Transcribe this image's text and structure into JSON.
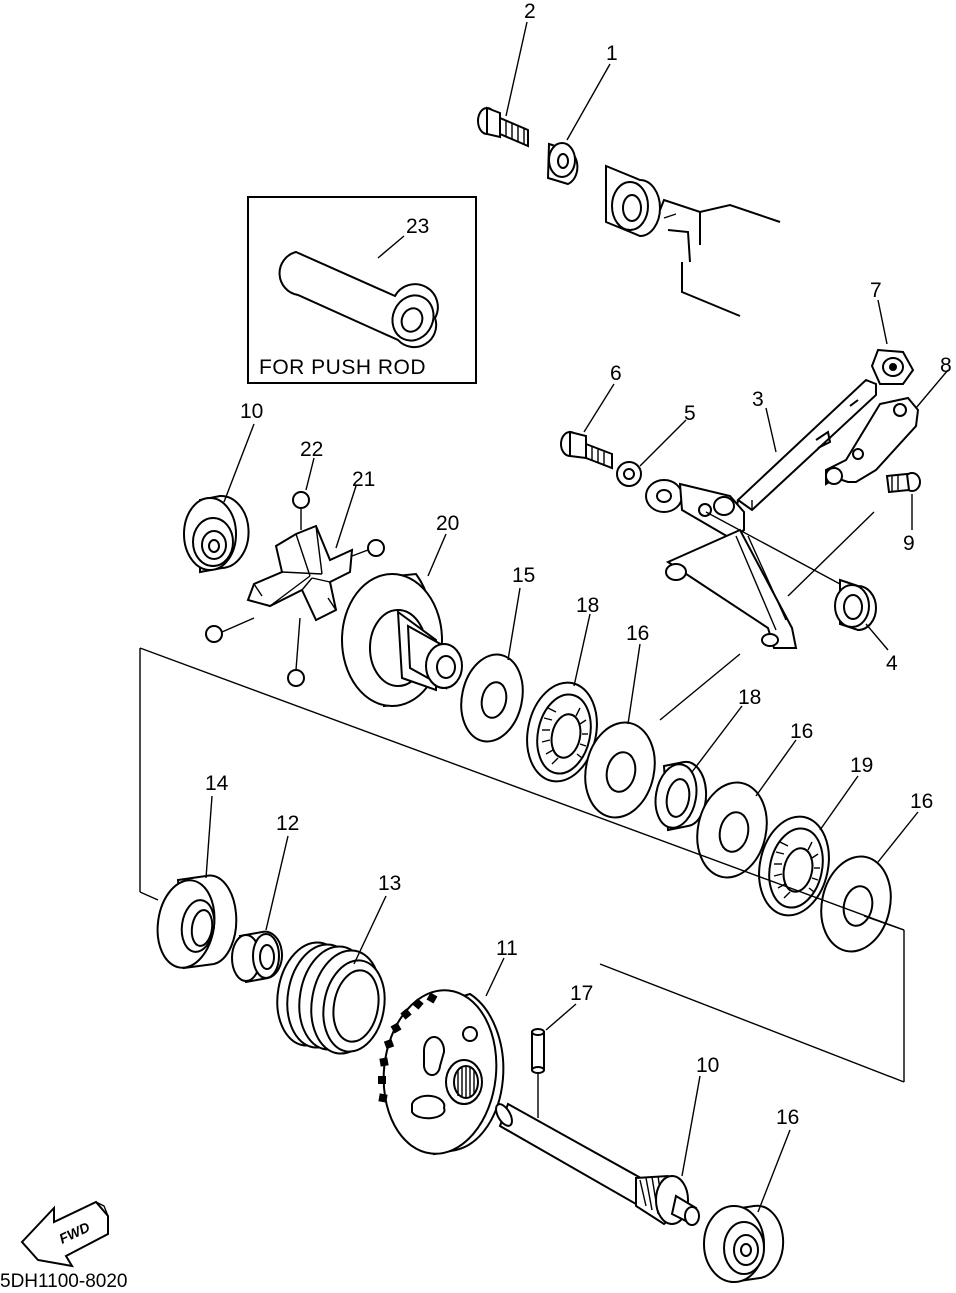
{
  "diagram": {
    "inset_label": "FOR PUSH ROD",
    "diagram_code": "5DH1100-8020",
    "fwd_label": "FWD",
    "callouts": [
      {
        "id": "c1",
        "text": "1"
      },
      {
        "id": "c2",
        "text": "2"
      },
      {
        "id": "c3",
        "text": "3"
      },
      {
        "id": "c4",
        "text": "4"
      },
      {
        "id": "c5",
        "text": "5"
      },
      {
        "id": "c6",
        "text": "6"
      },
      {
        "id": "c7",
        "text": "7"
      },
      {
        "id": "c8",
        "text": "8"
      },
      {
        "id": "c9",
        "text": "9"
      },
      {
        "id": "c10a",
        "text": "10"
      },
      {
        "id": "c10b",
        "text": "10"
      },
      {
        "id": "c11",
        "text": "11"
      },
      {
        "id": "c12",
        "text": "12"
      },
      {
        "id": "c13",
        "text": "13"
      },
      {
        "id": "c14",
        "text": "14"
      },
      {
        "id": "c15",
        "text": "15"
      },
      {
        "id": "c16a",
        "text": "16"
      },
      {
        "id": "c16b",
        "text": "16"
      },
      {
        "id": "c16c",
        "text": "16"
      },
      {
        "id": "c16d",
        "text": "16"
      },
      {
        "id": "c17",
        "text": "17"
      },
      {
        "id": "c18a",
        "text": "18"
      },
      {
        "id": "c18b",
        "text": "18"
      },
      {
        "id": "c19",
        "text": "19"
      },
      {
        "id": "c20",
        "text": "20"
      },
      {
        "id": "c21",
        "text": "21"
      },
      {
        "id": "c22",
        "text": "22"
      },
      {
        "id": "c23",
        "text": "23"
      }
    ]
  }
}
